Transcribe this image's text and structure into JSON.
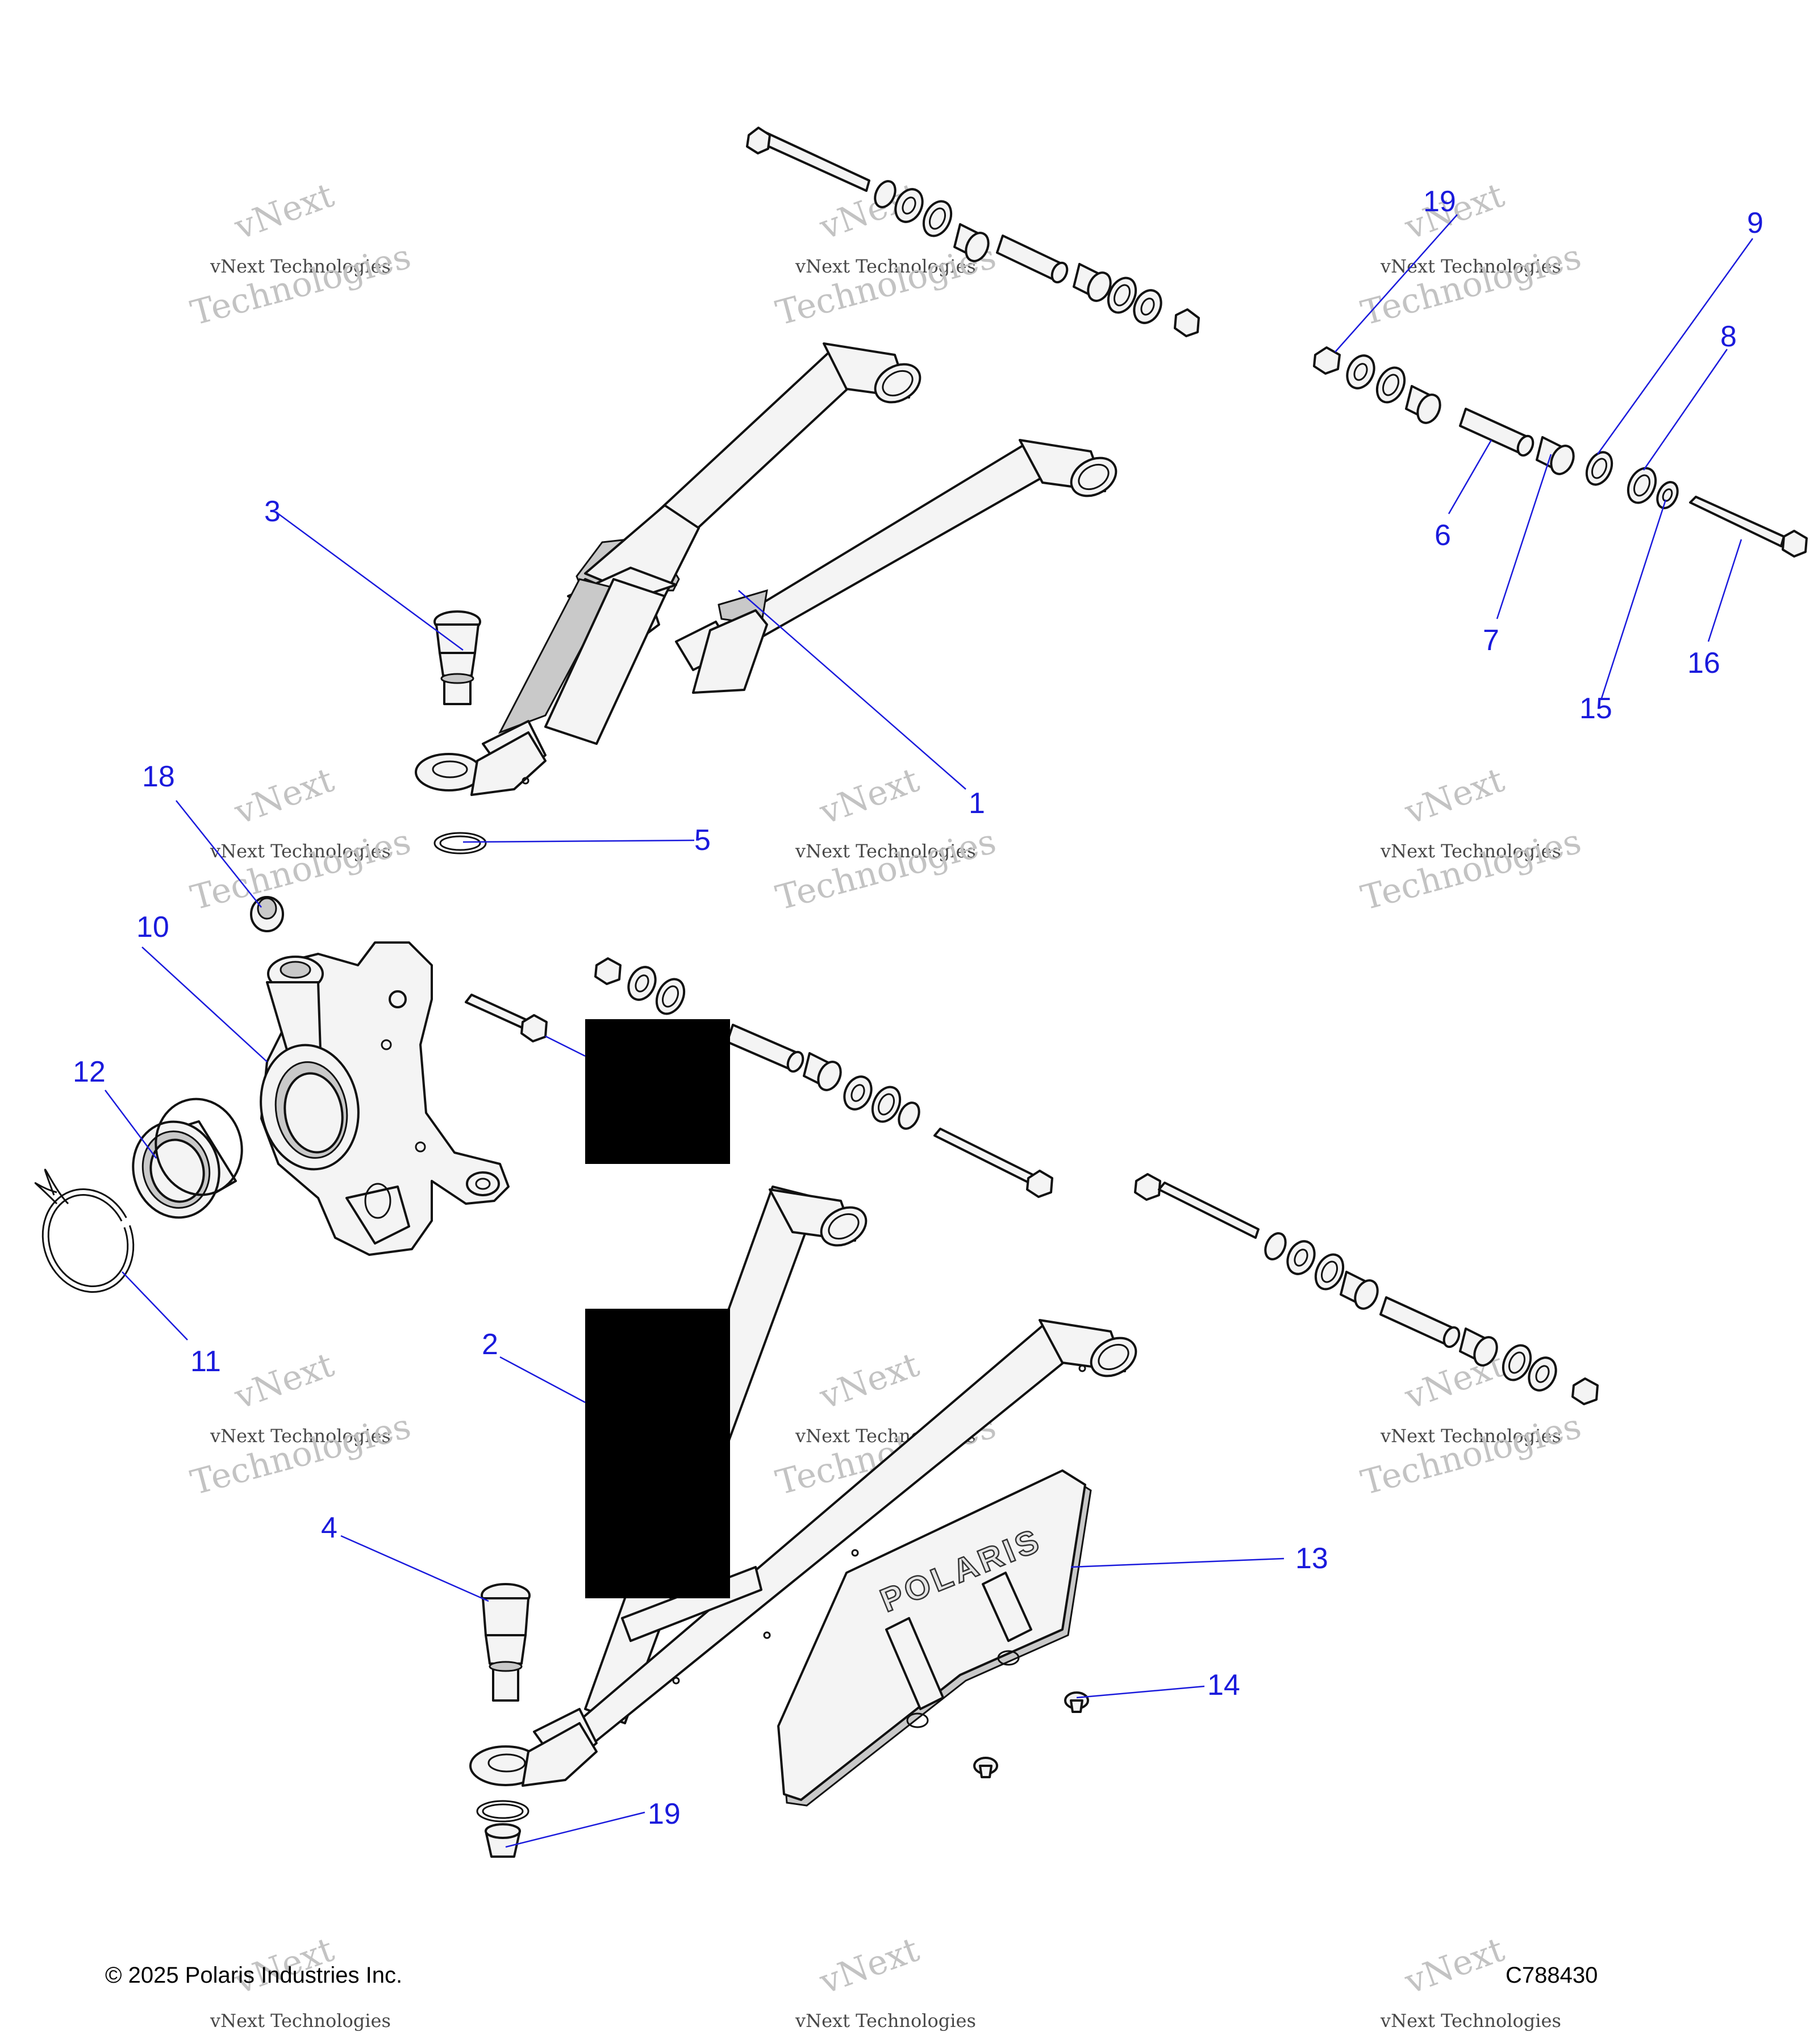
{
  "callouts": [
    {
      "id": "c1",
      "label": "1"
    },
    {
      "id": "c2",
      "label": "2"
    },
    {
      "id": "c3",
      "label": "3"
    },
    {
      "id": "c4",
      "label": "4"
    },
    {
      "id": "c5",
      "label": "5"
    },
    {
      "id": "c6",
      "label": "6"
    },
    {
      "id": "c7",
      "label": "7"
    },
    {
      "id": "c8",
      "label": "8"
    },
    {
      "id": "c9",
      "label": "9"
    },
    {
      "id": "c10",
      "label": "10"
    },
    {
      "id": "c11",
      "label": "11"
    },
    {
      "id": "c12",
      "label": "12"
    },
    {
      "id": "c13",
      "label": "13"
    },
    {
      "id": "c14",
      "label": "14"
    },
    {
      "id": "c15",
      "label": "15"
    },
    {
      "id": "c16",
      "label": "16"
    },
    {
      "id": "c18",
      "label": "18"
    },
    {
      "id": "c19a",
      "label": "19"
    },
    {
      "id": "c19b",
      "label": "19"
    }
  ],
  "watermark": {
    "line1": "vNext",
    "line2": "vNext Technologies",
    "line3": "Technologies"
  },
  "guard_logo_text": "POLARIS",
  "footer": {
    "copyright": "© 2025 Polaris Industries Inc.",
    "diagram_code": "C788430"
  },
  "colors": {
    "callout": "#1a1adc",
    "line_art": "#111111",
    "redaction": "#000000"
  }
}
